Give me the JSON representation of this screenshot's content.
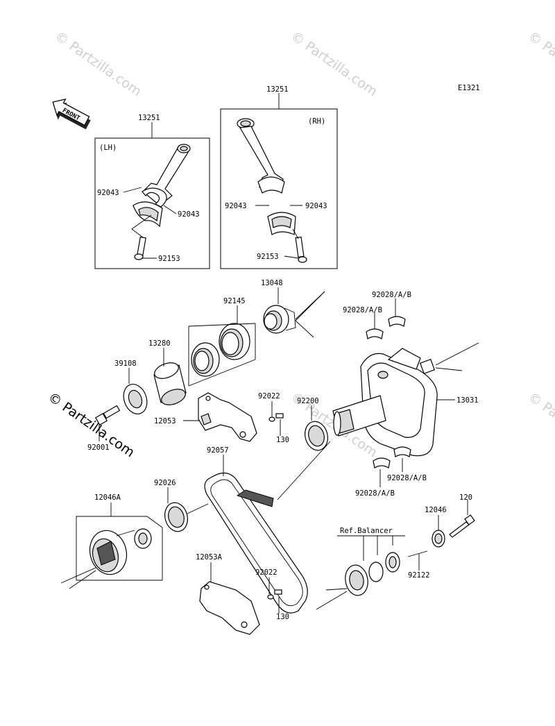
{
  "watermark": {
    "symbol": "©",
    "text": "Partzilla.com"
  },
  "diagram_code": "E1321",
  "front_arrow": "FRONT",
  "labels": {
    "p13251_lh": "13251",
    "p13251_rh": "13251",
    "lh": "(LH)",
    "rh": "(RH)",
    "p92043_lh_a": "92043",
    "p92043_lh_b": "92043",
    "p92043_rh_a": "92043",
    "p92043_rh_b": "92043",
    "p92153_lh": "92153",
    "p92153_rh": "92153",
    "p13048": "13048",
    "p92145": "92145",
    "p13280": "13280",
    "p39108": "39108",
    "p92028_top1": "92028/A/B",
    "p92028_top2": "92028/A/B",
    "p13031": "13031",
    "p92022_a": "92022",
    "p92200": "92200",
    "p12053": "12053",
    "p130_a": "130",
    "p92001": "92001",
    "p92057": "92057",
    "p92028_bot1": "92028/A/B",
    "p92028_bot2": "92028/A/B",
    "p92026": "92026",
    "p12046A": "12046A",
    "p120": "120",
    "p12046": "12046",
    "ref_balancer": "Ref.Balancer",
    "p92122": "92122",
    "p12053A": "12053A",
    "p92022_b": "92022",
    "p130_b": "130"
  }
}
